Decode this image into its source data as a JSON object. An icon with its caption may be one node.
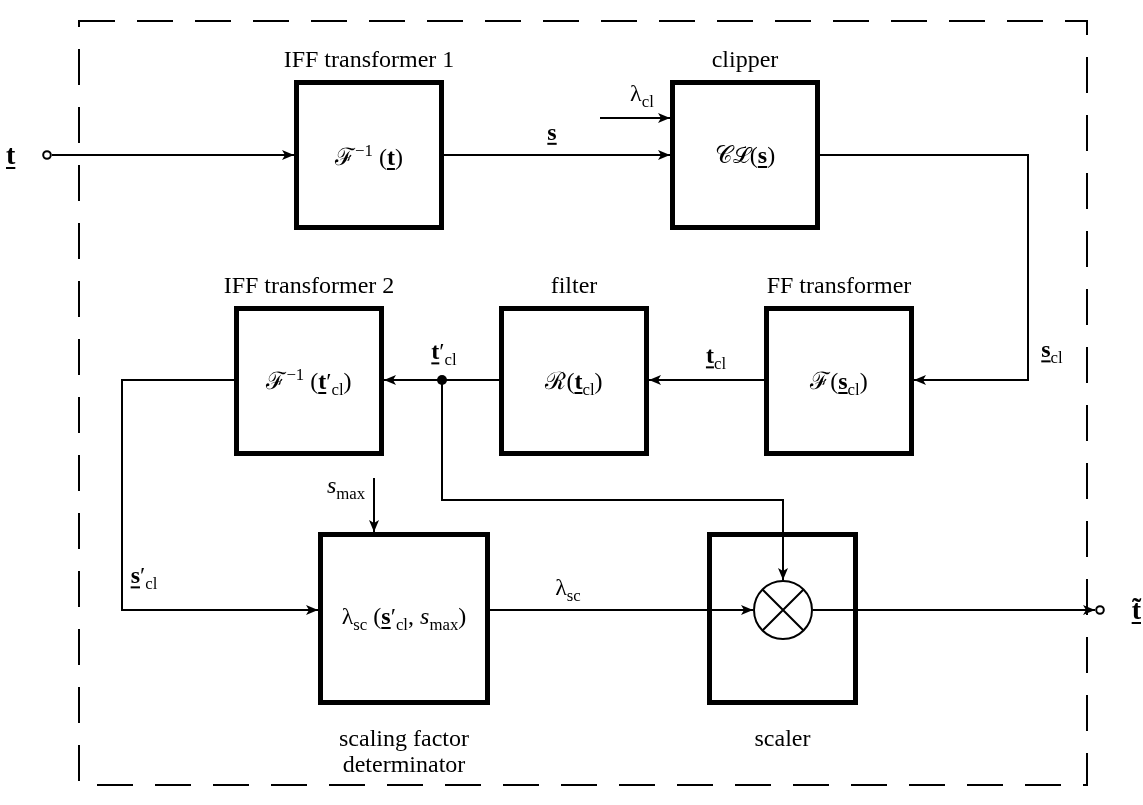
{
  "diagram": {
    "nodes": [
      {
        "text": [],
        "shape": "box"
      },
      {
        "text": [
          "t"
        ]
      },
      {
        "text": [
          "IFF transformer 1",
          "ℱ$^{−1}$ (**t**)"
        ],
        "in": 0
      },
      {
        "text": [
          "clipper",
          "𝒞ℒ(**s**)"
        ],
        "in": 0
      },
      {
        "text": [
          "FF transformer",
          "ℱ(**s**$_{cl}$)"
        ],
        "in": 0
      },
      {
        "text": [
          "filter",
          "ℛ(**t**$_{cl}$)"
        ],
        "in": 0
      },
      {
        "text": [
          "IFF transformer 2",
          "ℱ$^{−1}$ (**t**′$_{cl}$)"
        ],
        "in": 0
      },
      {
        "text": [
          "λ$_{sc}$ (**s**′$_{cl}$, *s*$_{max}$)",
          "scaling factor determinator"
        ],
        "in": 0
      },
      {
        "text": [
          "scaler"
        ],
        "in": 0
      },
      {
        "text": [],
        "shape": "circle",
        "in": 8
      },
      {
        "text": [
          "t̃"
        ]
      }
    ],
    "edges": [
      {
        "from": 1,
        "to": 2,
        "arrow": "to"
      },
      {
        "from": 2,
        "to": 3,
        "arrow": "to",
        "label": "**s**"
      },
      {
        "from": null,
        "to": 3,
        "arrow": "to",
        "label": "λ$_{cl}$"
      },
      {
        "from": 3,
        "to": 4,
        "arrow": "to",
        "label": "**s**$_{cl}$"
      },
      {
        "from": 4,
        "to": 5,
        "arrow": "to",
        "label": "**t**$_{cl}$"
      },
      {
        "from": 5,
        "to": 6,
        "arrow": "to",
        "label": "**t**′$_{cl}$"
      },
      {
        "from": 5,
        "to": 9,
        "arrow": "to"
      },
      {
        "from": 6,
        "to": 7,
        "arrow": "to",
        "label": "**s**′$_{cl}$"
      },
      {
        "from": null,
        "to": 7,
        "arrow": "to",
        "label": "*s*$_{max}$"
      },
      {
        "from": 7,
        "to": 9,
        "arrow": "to",
        "label": "λ$_{sc}$"
      },
      {
        "from": 9,
        "to": 10,
        "arrow": "to"
      }
    ]
  }
}
